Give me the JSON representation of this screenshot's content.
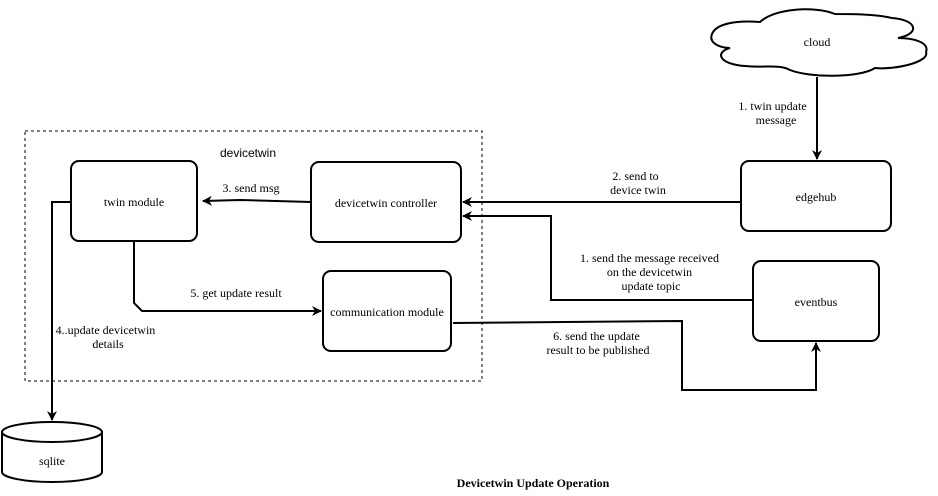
{
  "diagram": {
    "title": "Devicetwin Update Operation",
    "group_label": "devicetwin",
    "nodes": {
      "cloud": "cloud",
      "edgehub": "edgehub",
      "eventbus": "eventbus",
      "devicetwin_controller": "devicetwin controller",
      "twin_module": "twin module",
      "communication_module": "communication module",
      "sqlite": "sqlite"
    },
    "edges": {
      "cloud_to_edgehub": [
        "1. twin update",
        "message"
      ],
      "edgehub_to_controller": [
        "2. send to",
        "device twin"
      ],
      "eventbus_to_controller": [
        "1. send the message received",
        "on the devicetwin",
        "update topic"
      ],
      "controller_to_twin": [
        "3. send msg"
      ],
      "twin_to_sqlite": [
        "4..update devicetwin",
        "details"
      ],
      "twin_to_comm": [
        "5. get update result"
      ],
      "comm_to_eventbus": [
        "6. send the update",
        "result to be published"
      ]
    }
  }
}
